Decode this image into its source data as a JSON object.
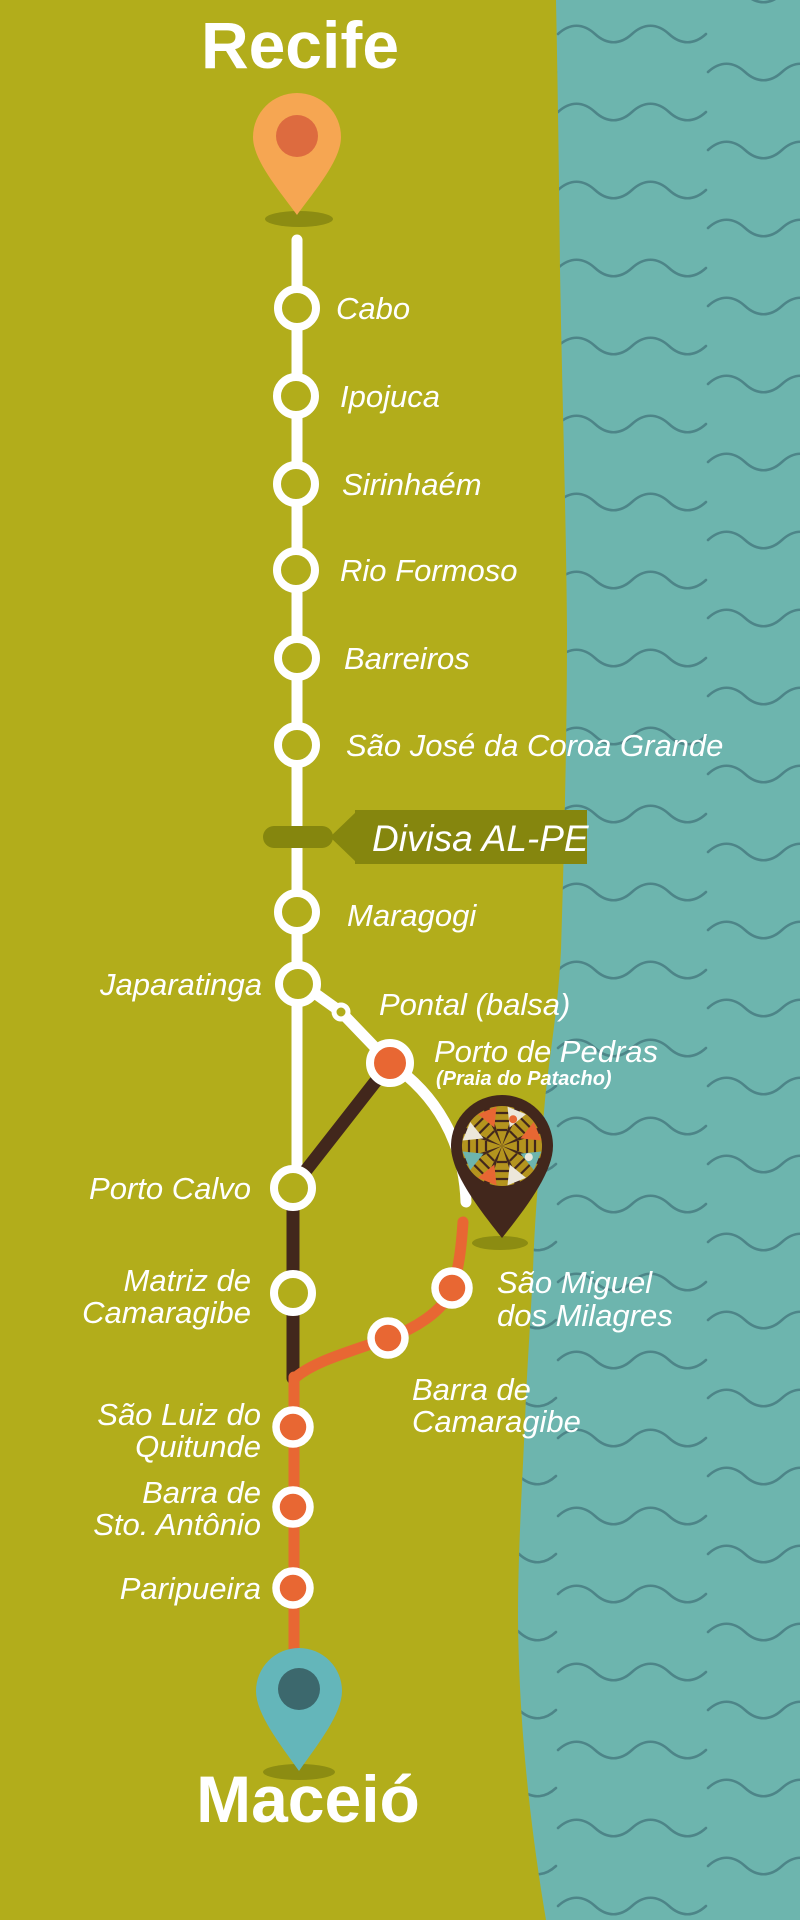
{
  "titles": {
    "origin": "Recife",
    "destination": "Maceió"
  },
  "border": {
    "label": "Divisa AL-PE"
  },
  "stops": {
    "cabo": "Cabo",
    "ipojuca": "Ipojuca",
    "sirinhaem": "Sirinhaém",
    "rio_formoso": "Rio Formoso",
    "barreiros": "Barreiros",
    "sao_jose_da_coroa_grande": "São José da Coroa Grande",
    "maragogi": "Maragogi",
    "japaratinga": "Japaratinga",
    "pontal_balsa": "Pontal (balsa)",
    "porto_de_pedras": "Porto de Pedras",
    "porto_de_pedras_note": "(Praia do Patacho)",
    "porto_calvo": "Porto Calvo",
    "matriz_de_camaragibe": {
      "line1": "Matriz de",
      "line2": "Camaragibe"
    },
    "sao_miguel_dos_milagres": {
      "line1": "São Miguel",
      "line2": "dos Milagres"
    },
    "barra_de_camaragibe": {
      "line1": "Barra de",
      "line2": "Camaragibe"
    },
    "sao_luiz_do_quitunde": {
      "line1": "São Luiz do",
      "line2": "Quitunde"
    },
    "barra_de_sto_antonio": {
      "line1": "Barra de",
      "line2": "Sto. Antônio"
    },
    "paripueira": "Paripueira"
  },
  "colors": {
    "land": "#b2ad1b",
    "sea": "#6db5ae",
    "wave": "#4d8588",
    "route_white": "#ffffff",
    "route_brown": "#42271c",
    "route_orange": "#e86733",
    "badge_olive": "#85860e",
    "shadow_olive": "#8c8c12",
    "pin_orange": "#f6a652",
    "pin_orange_inner": "#dd6b3f",
    "pin_teal": "#64b6ba",
    "pin_teal_inner": "#3c686d",
    "umbrella_gold": "#b4941e",
    "tri_white": "#ece7da"
  }
}
